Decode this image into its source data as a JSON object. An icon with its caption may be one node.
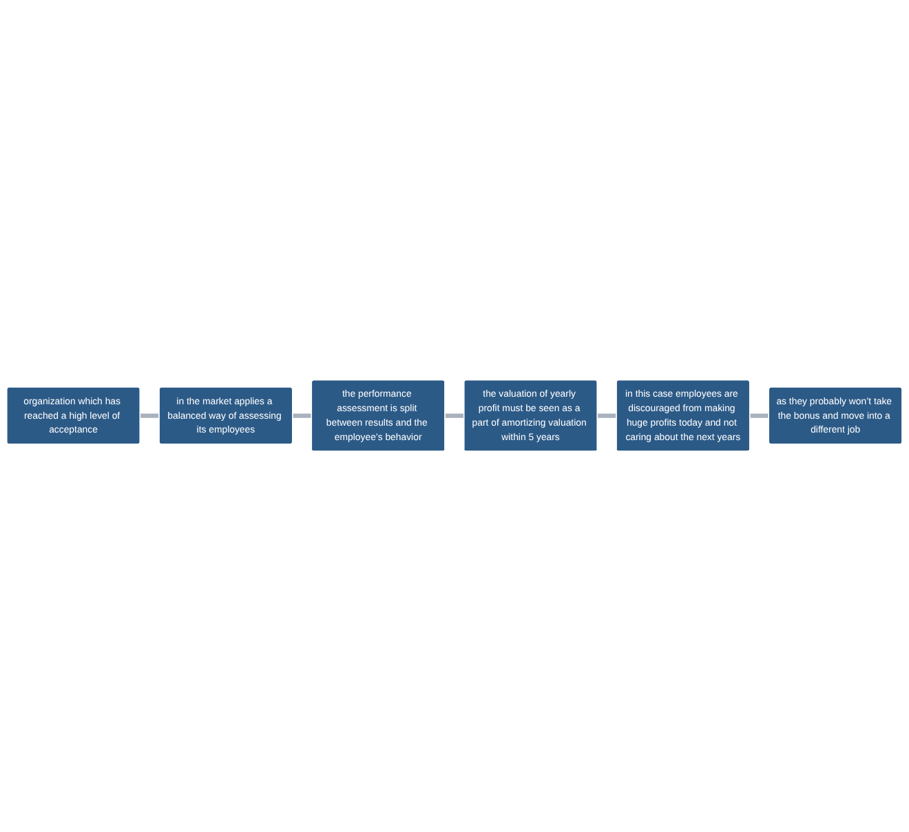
{
  "diagram": {
    "nodes": [
      {
        "text": [
          "organization which has reached a high level of acceptance"
        ]
      },
      {
        "text": [
          "in the market applies a balanced way of assessing its employees"
        ]
      },
      {
        "text": [
          "the performance assessment is split between results and the employee’s behavior"
        ]
      },
      {
        "text": [
          "the valuation of yearly profit must be seen as a part of amortizing valuation within 5 years"
        ]
      },
      {
        "text": [
          "in this case employees are discouraged from making huge profits today and not caring about the next years"
        ]
      },
      {
        "text": [
          "as they probably won’t take the bonus and move into a different job"
        ]
      }
    ],
    "edges": [
      {
        "from": 0,
        "to": 1,
        "arrow": "none"
      },
      {
        "from": 1,
        "to": 2,
        "arrow": "none"
      },
      {
        "from": 2,
        "to": 3,
        "arrow": "none"
      },
      {
        "from": 3,
        "to": 4,
        "arrow": "none"
      },
      {
        "from": 4,
        "to": 5,
        "arrow": "none"
      }
    ]
  }
}
